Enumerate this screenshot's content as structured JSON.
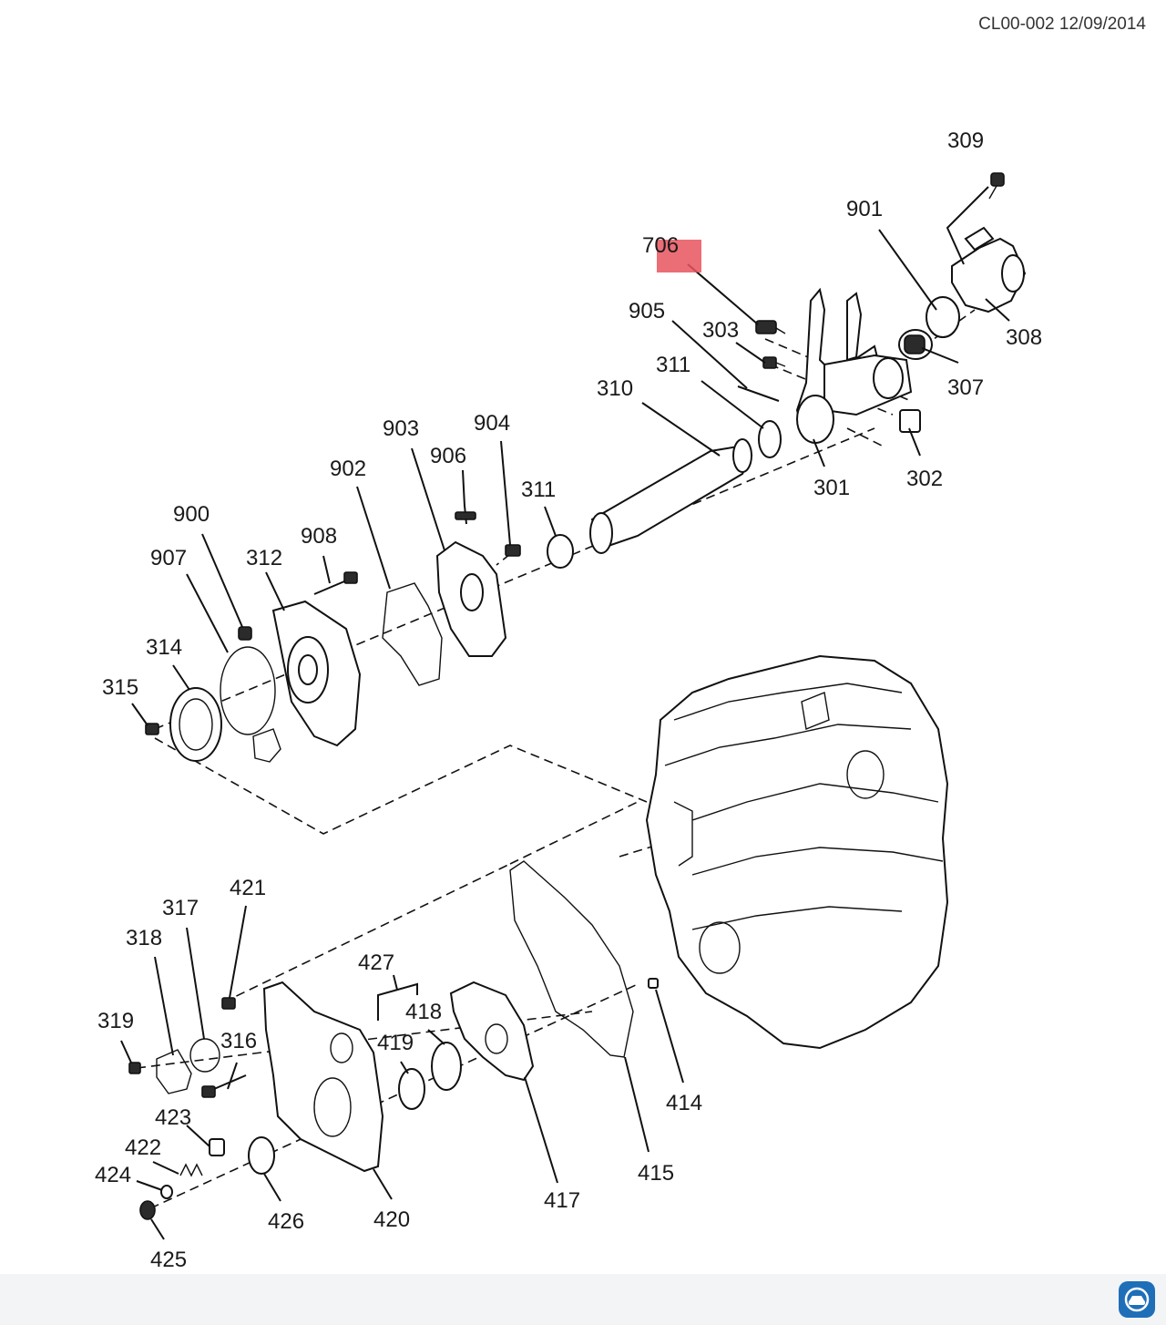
{
  "header": {
    "code": "CL00-002 12/09/2014"
  },
  "highlight_color": "#e8545e",
  "watermark_icon": "car-badge-icon",
  "parts": [
    {
      "id": "p309",
      "label": "309"
    },
    {
      "id": "p901",
      "label": "901"
    },
    {
      "id": "p706",
      "label": "706"
    },
    {
      "id": "p308",
      "label": "308"
    },
    {
      "id": "p905",
      "label": "905"
    },
    {
      "id": "p303",
      "label": "303"
    },
    {
      "id": "p307",
      "label": "307"
    },
    {
      "id": "p311a",
      "label": "311"
    },
    {
      "id": "p310",
      "label": "310"
    },
    {
      "id": "p903",
      "label": "903"
    },
    {
      "id": "p904",
      "label": "904"
    },
    {
      "id": "p906",
      "label": "906"
    },
    {
      "id": "p301",
      "label": "301"
    },
    {
      "id": "p302",
      "label": "302"
    },
    {
      "id": "p902",
      "label": "902"
    },
    {
      "id": "p311b",
      "label": "311"
    },
    {
      "id": "p900",
      "label": "900"
    },
    {
      "id": "p908",
      "label": "908"
    },
    {
      "id": "p907",
      "label": "907"
    },
    {
      "id": "p312",
      "label": "312"
    },
    {
      "id": "p314",
      "label": "314"
    },
    {
      "id": "p315",
      "label": "315"
    },
    {
      "id": "p421",
      "label": "421"
    },
    {
      "id": "p317",
      "label": "317"
    },
    {
      "id": "p318",
      "label": "318"
    },
    {
      "id": "p427",
      "label": "427"
    },
    {
      "id": "p418",
      "label": "418"
    },
    {
      "id": "p319",
      "label": "319"
    },
    {
      "id": "p316",
      "label": "316"
    },
    {
      "id": "p419",
      "label": "419"
    },
    {
      "id": "p414",
      "label": "414"
    },
    {
      "id": "p423",
      "label": "423"
    },
    {
      "id": "p422",
      "label": "422"
    },
    {
      "id": "p424",
      "label": "424"
    },
    {
      "id": "p415",
      "label": "415"
    },
    {
      "id": "p417",
      "label": "417"
    },
    {
      "id": "p426",
      "label": "426"
    },
    {
      "id": "p420",
      "label": "420"
    },
    {
      "id": "p425",
      "label": "425"
    }
  ]
}
